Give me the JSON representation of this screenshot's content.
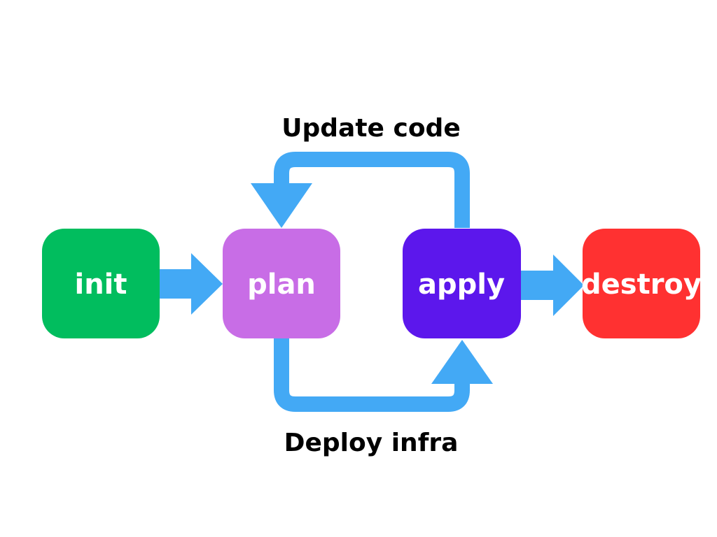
{
  "nodes": [
    {
      "id": "init",
      "label": "init",
      "color": "#01bd5e"
    },
    {
      "id": "plan",
      "label": "plan",
      "color": "#c86de6"
    },
    {
      "id": "apply",
      "label": "apply",
      "color": "#5c17ec"
    },
    {
      "id": "destroy",
      "label": "destroy",
      "color": "#ff3131"
    }
  ],
  "edges": [
    {
      "from": "init",
      "to": "plan"
    },
    {
      "from": "plan",
      "to": "apply",
      "label": "Deploy infra"
    },
    {
      "from": "apply",
      "to": "plan",
      "label": "Update code"
    },
    {
      "from": "apply",
      "to": "destroy"
    }
  ],
  "colors": {
    "arrow": "#43a9f5",
    "background": "#ffffff",
    "node_text": "#ffffff",
    "edge_text": "#000000"
  }
}
